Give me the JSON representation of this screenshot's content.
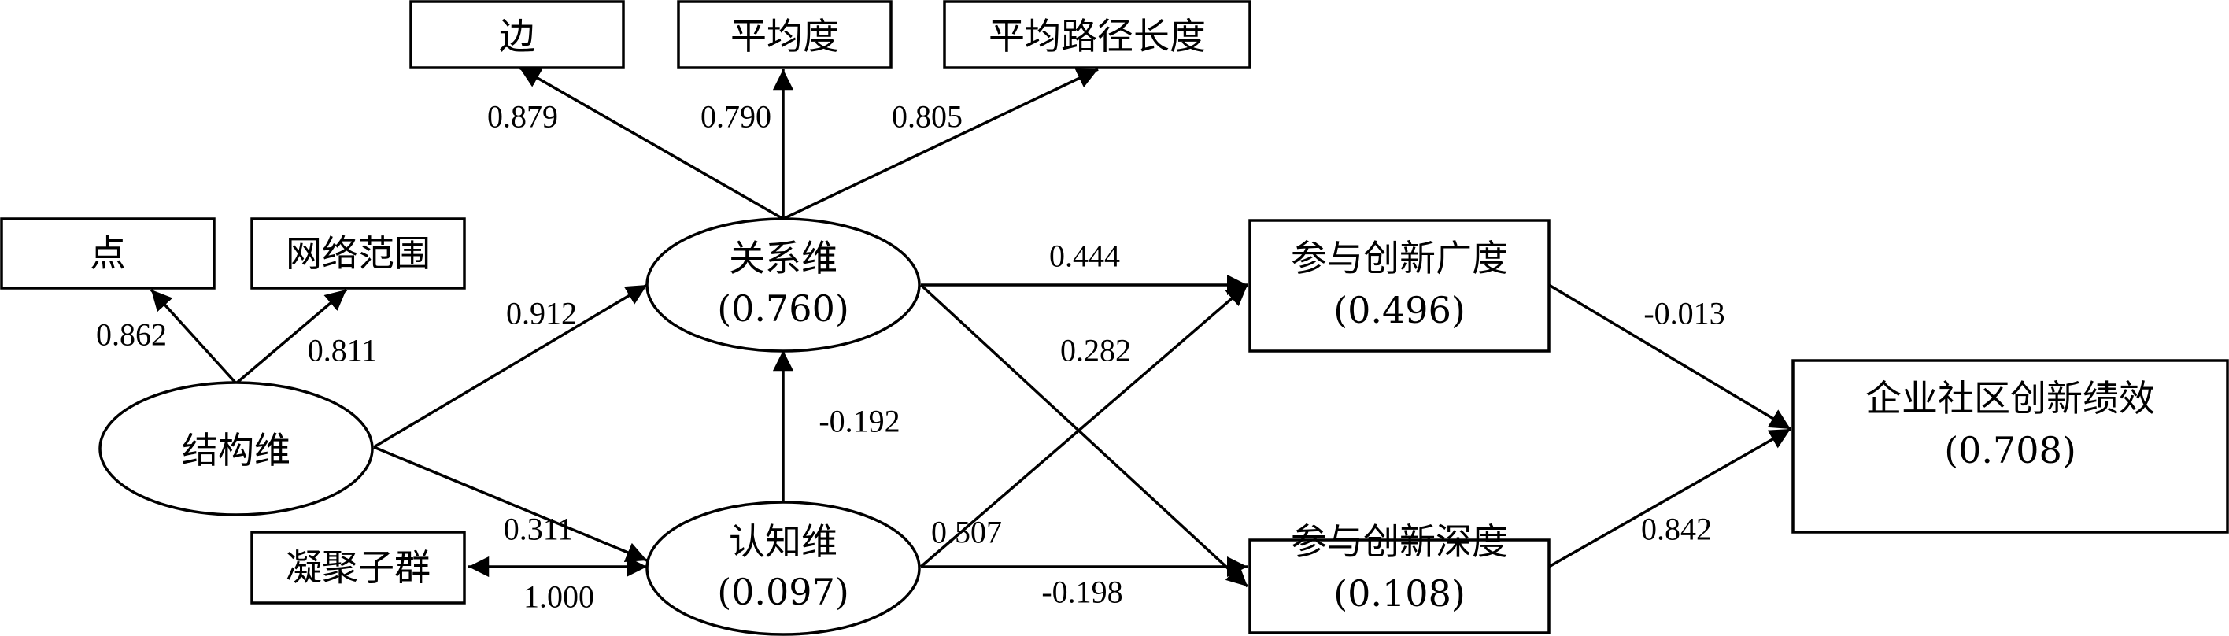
{
  "colors": {
    "stroke": "#000000",
    "background": "#ffffff"
  },
  "nodes": {
    "bian": {
      "label": "边"
    },
    "pingjundu": {
      "label": "平均度"
    },
    "pingjunlujing": {
      "label": "平均路径长度"
    },
    "dian": {
      "label": "点"
    },
    "wangluofanwei": {
      "label": "网络范围"
    },
    "guanxiwei": {
      "label": "关系维",
      "r2": "(0.760)"
    },
    "jiegouwei": {
      "label": "结构维"
    },
    "renzhiwei": {
      "label": "认知维",
      "r2": "(0.097)"
    },
    "ningju": {
      "label": "凝聚子群"
    },
    "guangdu": {
      "label": "参与创新广度",
      "r2": "(0.496)"
    },
    "shendu": {
      "label": "参与创新深度",
      "r2": "(0.108)"
    },
    "jixiao": {
      "label": "企业社区创新绩效",
      "r2": "(0.708)"
    }
  },
  "coefficients": {
    "bian": "0.879",
    "pingjundu": "0.790",
    "pingjunlujing": "0.805",
    "dian": "0.862",
    "wangluofanwei": "0.811",
    "jiegou_guanxi": "0.912",
    "jiegou_renzhi": "0.311",
    "renzhi_guanxi": "-0.192",
    "ningju": "1.000",
    "guanxi_guangdu": "0.444",
    "guanxi_shendu": "0.282",
    "renzhi_guangdu": "0.507",
    "renzhi_shendu": "-0.198",
    "guangdu_jixiao": "-0.013",
    "shendu_jixiao": "0.842"
  }
}
